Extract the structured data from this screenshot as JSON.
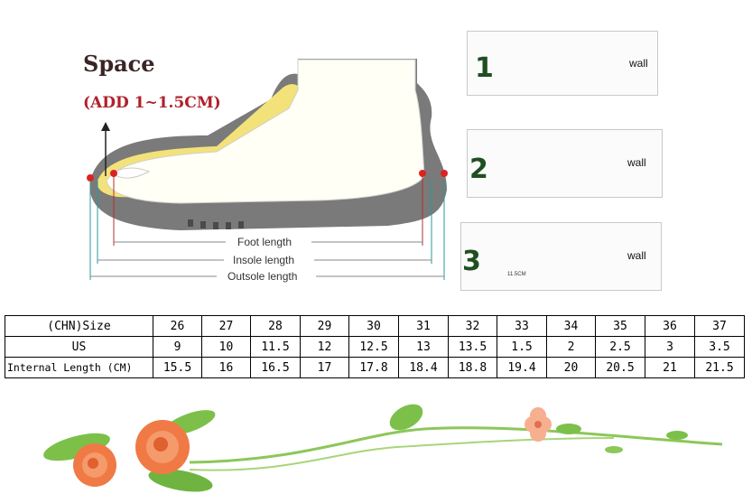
{
  "diagram": {
    "space_title": "Space",
    "space_add": "(ADD 1~1.5CM)",
    "labels": {
      "foot_length": "Foot length",
      "insole_length": "Insole length",
      "outsole_length": "Outsole length"
    }
  },
  "steps": [
    {
      "number": "1",
      "wall": "wall"
    },
    {
      "number": "2",
      "wall": "wall"
    },
    {
      "number": "3",
      "wall": "wall",
      "ruler_mark": "11.5CM"
    }
  ],
  "size_table": {
    "rows": [
      {
        "header": "(CHN)Size",
        "values": [
          "26",
          "27",
          "28",
          "29",
          "30",
          "31",
          "32",
          "33",
          "34",
          "35",
          "36",
          "37"
        ]
      },
      {
        "header": "US",
        "values": [
          "9",
          "10",
          "11.5",
          "12",
          "12.5",
          "13",
          "13.5",
          "1.5",
          "2",
          "2.5",
          "3",
          "3.5"
        ]
      },
      {
        "header": "Internal Length (CM)",
        "values": [
          "15.5",
          "16",
          "16.5",
          "17",
          "17.8",
          "18.4",
          "18.8",
          "19.4",
          "20",
          "20.5",
          "21",
          "21.5"
        ]
      }
    ]
  },
  "colors": {
    "shoe_gray": "#7a7a7a",
    "insole_yellow": "#f3e27a",
    "title_red": "#b0202a",
    "step_green": "#1f4f20",
    "rose_orange": "#f07a45",
    "leaf_green": "#7cc04a"
  }
}
